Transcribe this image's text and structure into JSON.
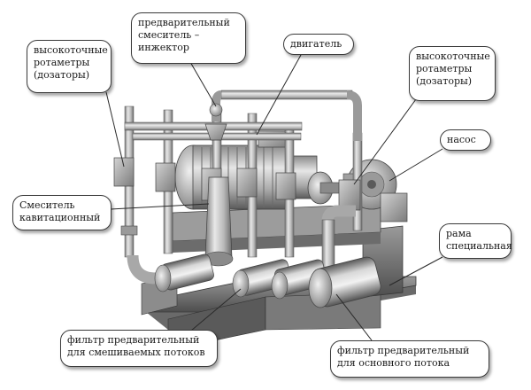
{
  "labels": {
    "rotameters_left": "высокоточные\nротаметры\n(дозаторы)",
    "premixer": "предварительный\nсмеситель –\nинжектор",
    "motor": "двигатель",
    "rotameters_right": "высокоточные\nротаметры\n(дозаторы)",
    "pump": "насос",
    "cavitation_mixer": "Смеситель\nкавитационный",
    "frame": "рама\nспециальная",
    "filter_mixed": "фильтр предварительный\nдля смешиваемых потоков",
    "filter_main": "фильтр предварительный\nдля основного потока"
  },
  "colors": {
    "metal_light": "#e4e4e4",
    "metal_mid": "#b4b4b4",
    "metal_dark": "#6e6e6e",
    "frame_dark": "#4a4a4a",
    "outline": "#3a3a3a"
  }
}
